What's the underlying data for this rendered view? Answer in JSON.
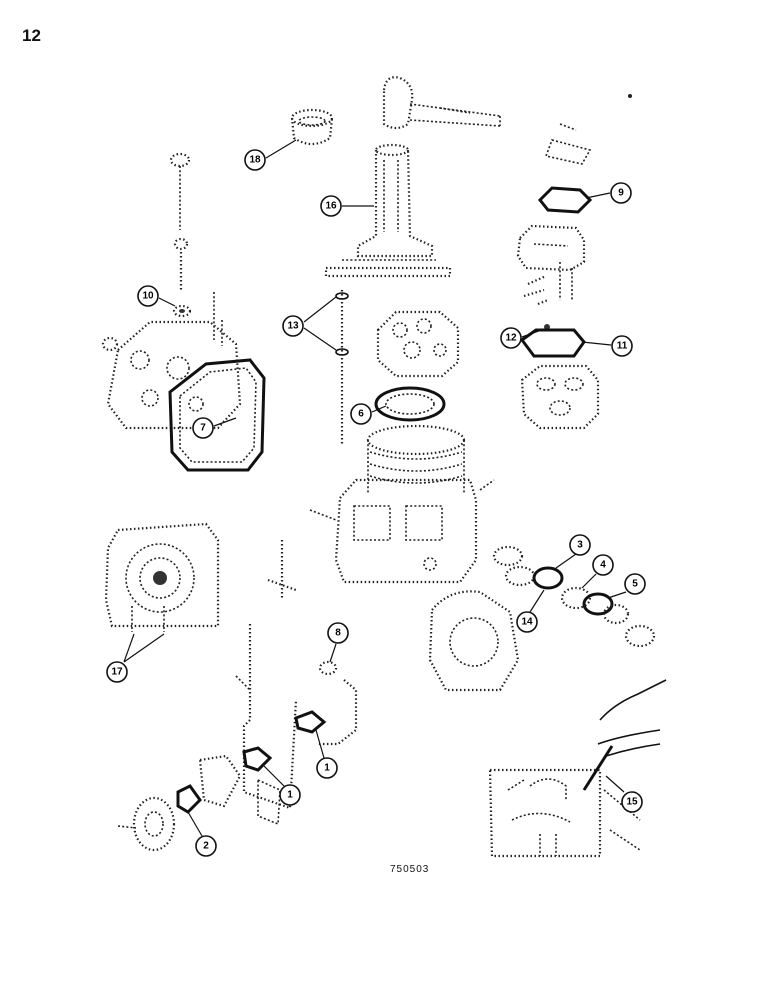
{
  "page_number": "12",
  "figure_code": "750503",
  "callouts": [
    {
      "label": "1"
    },
    {
      "label": "1"
    },
    {
      "label": "2"
    },
    {
      "label": "3"
    },
    {
      "label": "4"
    },
    {
      "label": "5"
    },
    {
      "label": "6"
    },
    {
      "label": "7"
    },
    {
      "label": "8"
    },
    {
      "label": "9"
    },
    {
      "label": "10"
    },
    {
      "label": "11"
    },
    {
      "label": "12"
    },
    {
      "label": "13"
    },
    {
      "label": "14"
    },
    {
      "label": "15"
    },
    {
      "label": "16"
    },
    {
      "label": "17"
    },
    {
      "label": "18"
    }
  ]
}
